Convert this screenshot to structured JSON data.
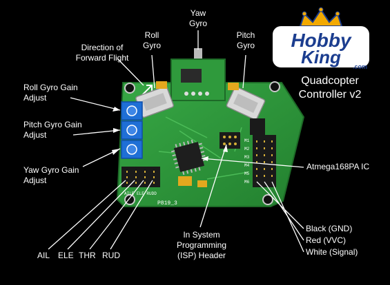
{
  "labels": {
    "yaw_gyro": "Yaw\nGyro",
    "roll_gyro": "Roll\nGyro",
    "pitch_gyro": "Pitch\nGyro",
    "direction": "Direction of\nForward Flight",
    "roll_gain": "Roll Gyro Gain\nAdjust",
    "pitch_gain": "Pitch Gyro Gain\nAdjust",
    "yaw_gain": "Yaw Gyro Gain\nAdjust",
    "atmega": "Atmega168PA IC",
    "isp": "In System\nProgramming\n(ISP) Header",
    "black": "Black (GND)",
    "red": "Red (VVC)",
    "white": "White (Signal)",
    "ail": "AIL",
    "ele": "ELE",
    "thr": "THR",
    "rud": "RUD"
  },
  "product_title": "Quadcopter\nController v2",
  "logo": {
    "word1": "Hobby",
    "word2": "King",
    "sub": ".com",
    "icon": "crown-icon"
  },
  "board": {
    "silk_model": "P819_3",
    "silk_pins": "AILE ELE RUDD",
    "row_marks": [
      "M1",
      "M2",
      "M3",
      "M4",
      "M5",
      "M6"
    ]
  },
  "colors": {
    "pcb": "#2f9a3c",
    "pot": "#1f6fd6",
    "header": "#1a1a1a",
    "logo_blue": "#1b3d8f",
    "logo_gold": "#f2a900"
  }
}
